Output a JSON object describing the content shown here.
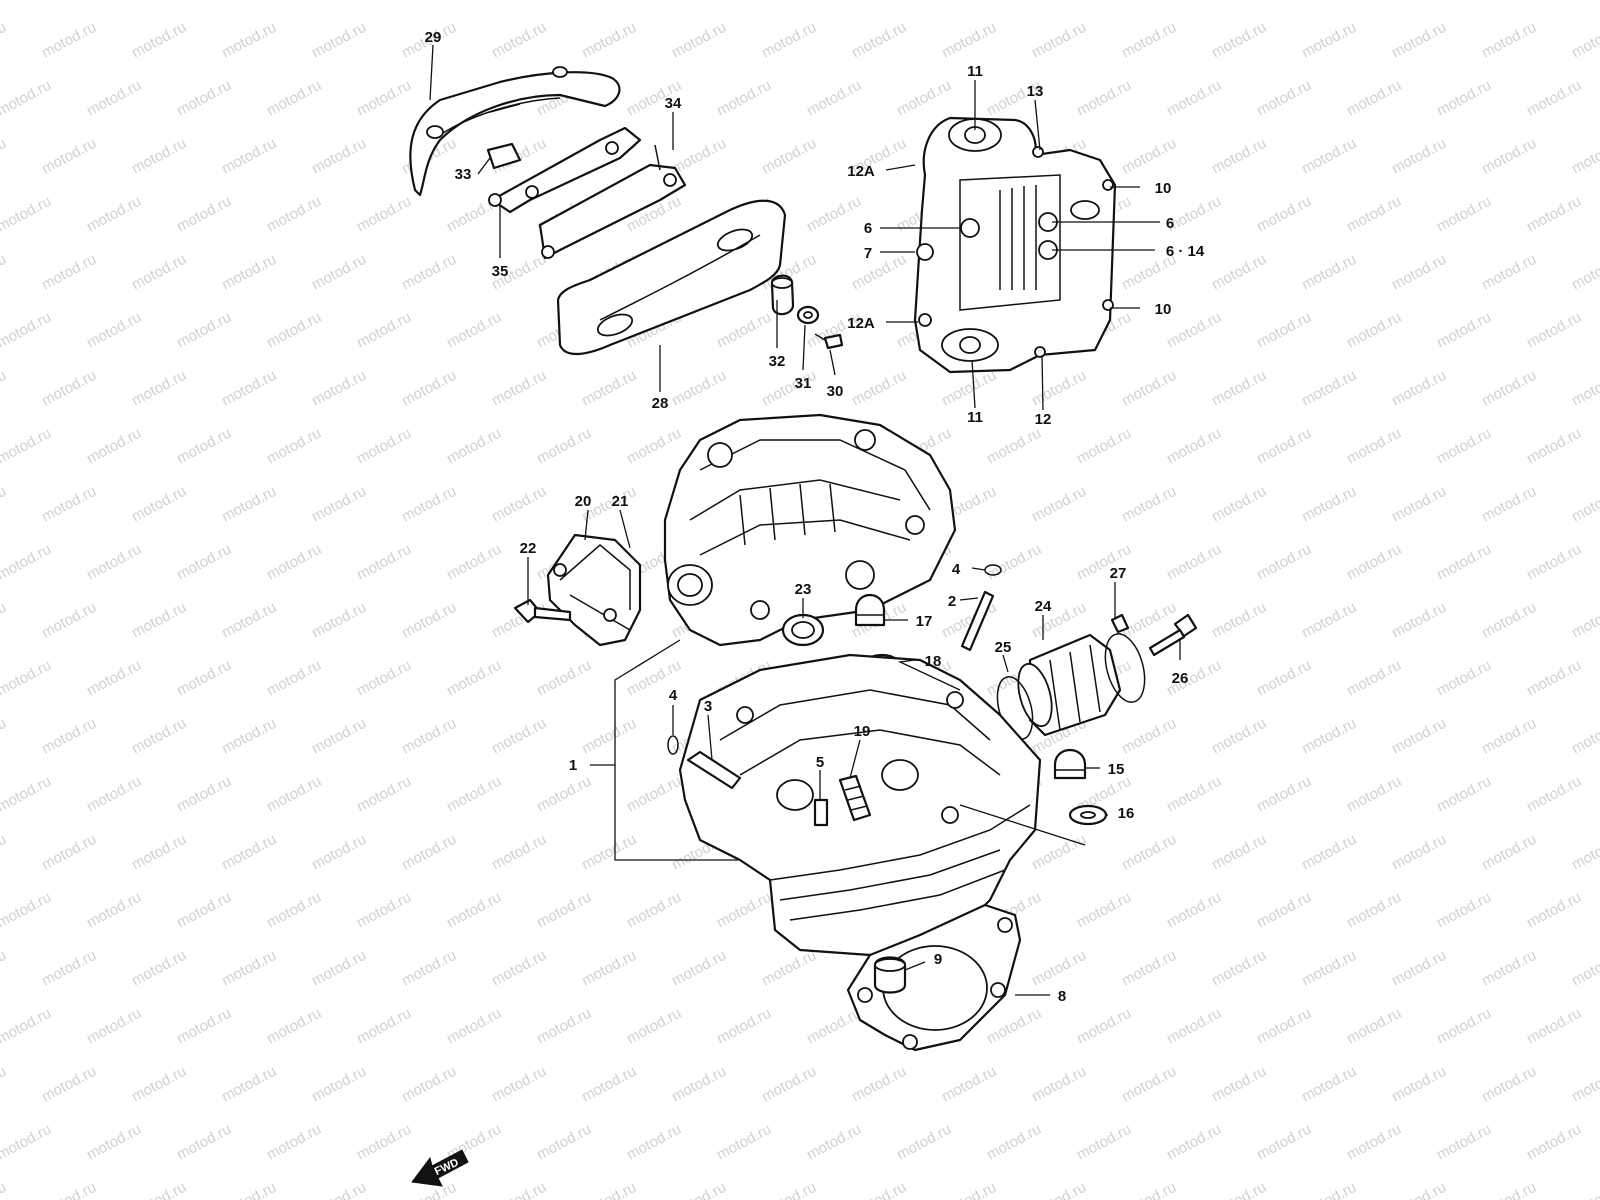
{
  "watermark": "motod.ru",
  "fwd_label": "FWD",
  "callouts": [
    {
      "id": "c29",
      "text": "29"
    },
    {
      "id": "c34",
      "text": "34"
    },
    {
      "id": "c33",
      "text": "33"
    },
    {
      "id": "c35",
      "text": "35"
    },
    {
      "id": "c28",
      "text": "28"
    },
    {
      "id": "c32",
      "text": "32"
    },
    {
      "id": "c31",
      "text": "31"
    },
    {
      "id": "c30",
      "text": "30"
    },
    {
      "id": "c11a",
      "text": "11"
    },
    {
      "id": "c13",
      "text": "13"
    },
    {
      "id": "c12Aa",
      "text": "12A"
    },
    {
      "id": "c10a",
      "text": "10"
    },
    {
      "id": "c6a",
      "text": "6"
    },
    {
      "id": "c6b",
      "text": "6"
    },
    {
      "id": "c7",
      "text": "7"
    },
    {
      "id": "c614",
      "text": "6 · 14"
    },
    {
      "id": "c10b",
      "text": "10"
    },
    {
      "id": "c12Ab",
      "text": "12A"
    },
    {
      "id": "c11b",
      "text": "11"
    },
    {
      "id": "c12",
      "text": "12"
    },
    {
      "id": "c20",
      "text": "20"
    },
    {
      "id": "c21",
      "text": "21"
    },
    {
      "id": "c22",
      "text": "22"
    },
    {
      "id": "c23",
      "text": "23"
    },
    {
      "id": "c17",
      "text": "17"
    },
    {
      "id": "c4a",
      "text": "4"
    },
    {
      "id": "c2",
      "text": "2"
    },
    {
      "id": "c27",
      "text": "27"
    },
    {
      "id": "c24",
      "text": "24"
    },
    {
      "id": "c26",
      "text": "26"
    },
    {
      "id": "c25",
      "text": "25"
    },
    {
      "id": "c18",
      "text": "18"
    },
    {
      "id": "c4b",
      "text": "4"
    },
    {
      "id": "c3",
      "text": "3"
    },
    {
      "id": "c19",
      "text": "19"
    },
    {
      "id": "c1",
      "text": "1"
    },
    {
      "id": "c5",
      "text": "5"
    },
    {
      "id": "c15",
      "text": "15"
    },
    {
      "id": "c16",
      "text": "16"
    },
    {
      "id": "c9",
      "text": "9"
    },
    {
      "id": "c8",
      "text": "8"
    }
  ]
}
